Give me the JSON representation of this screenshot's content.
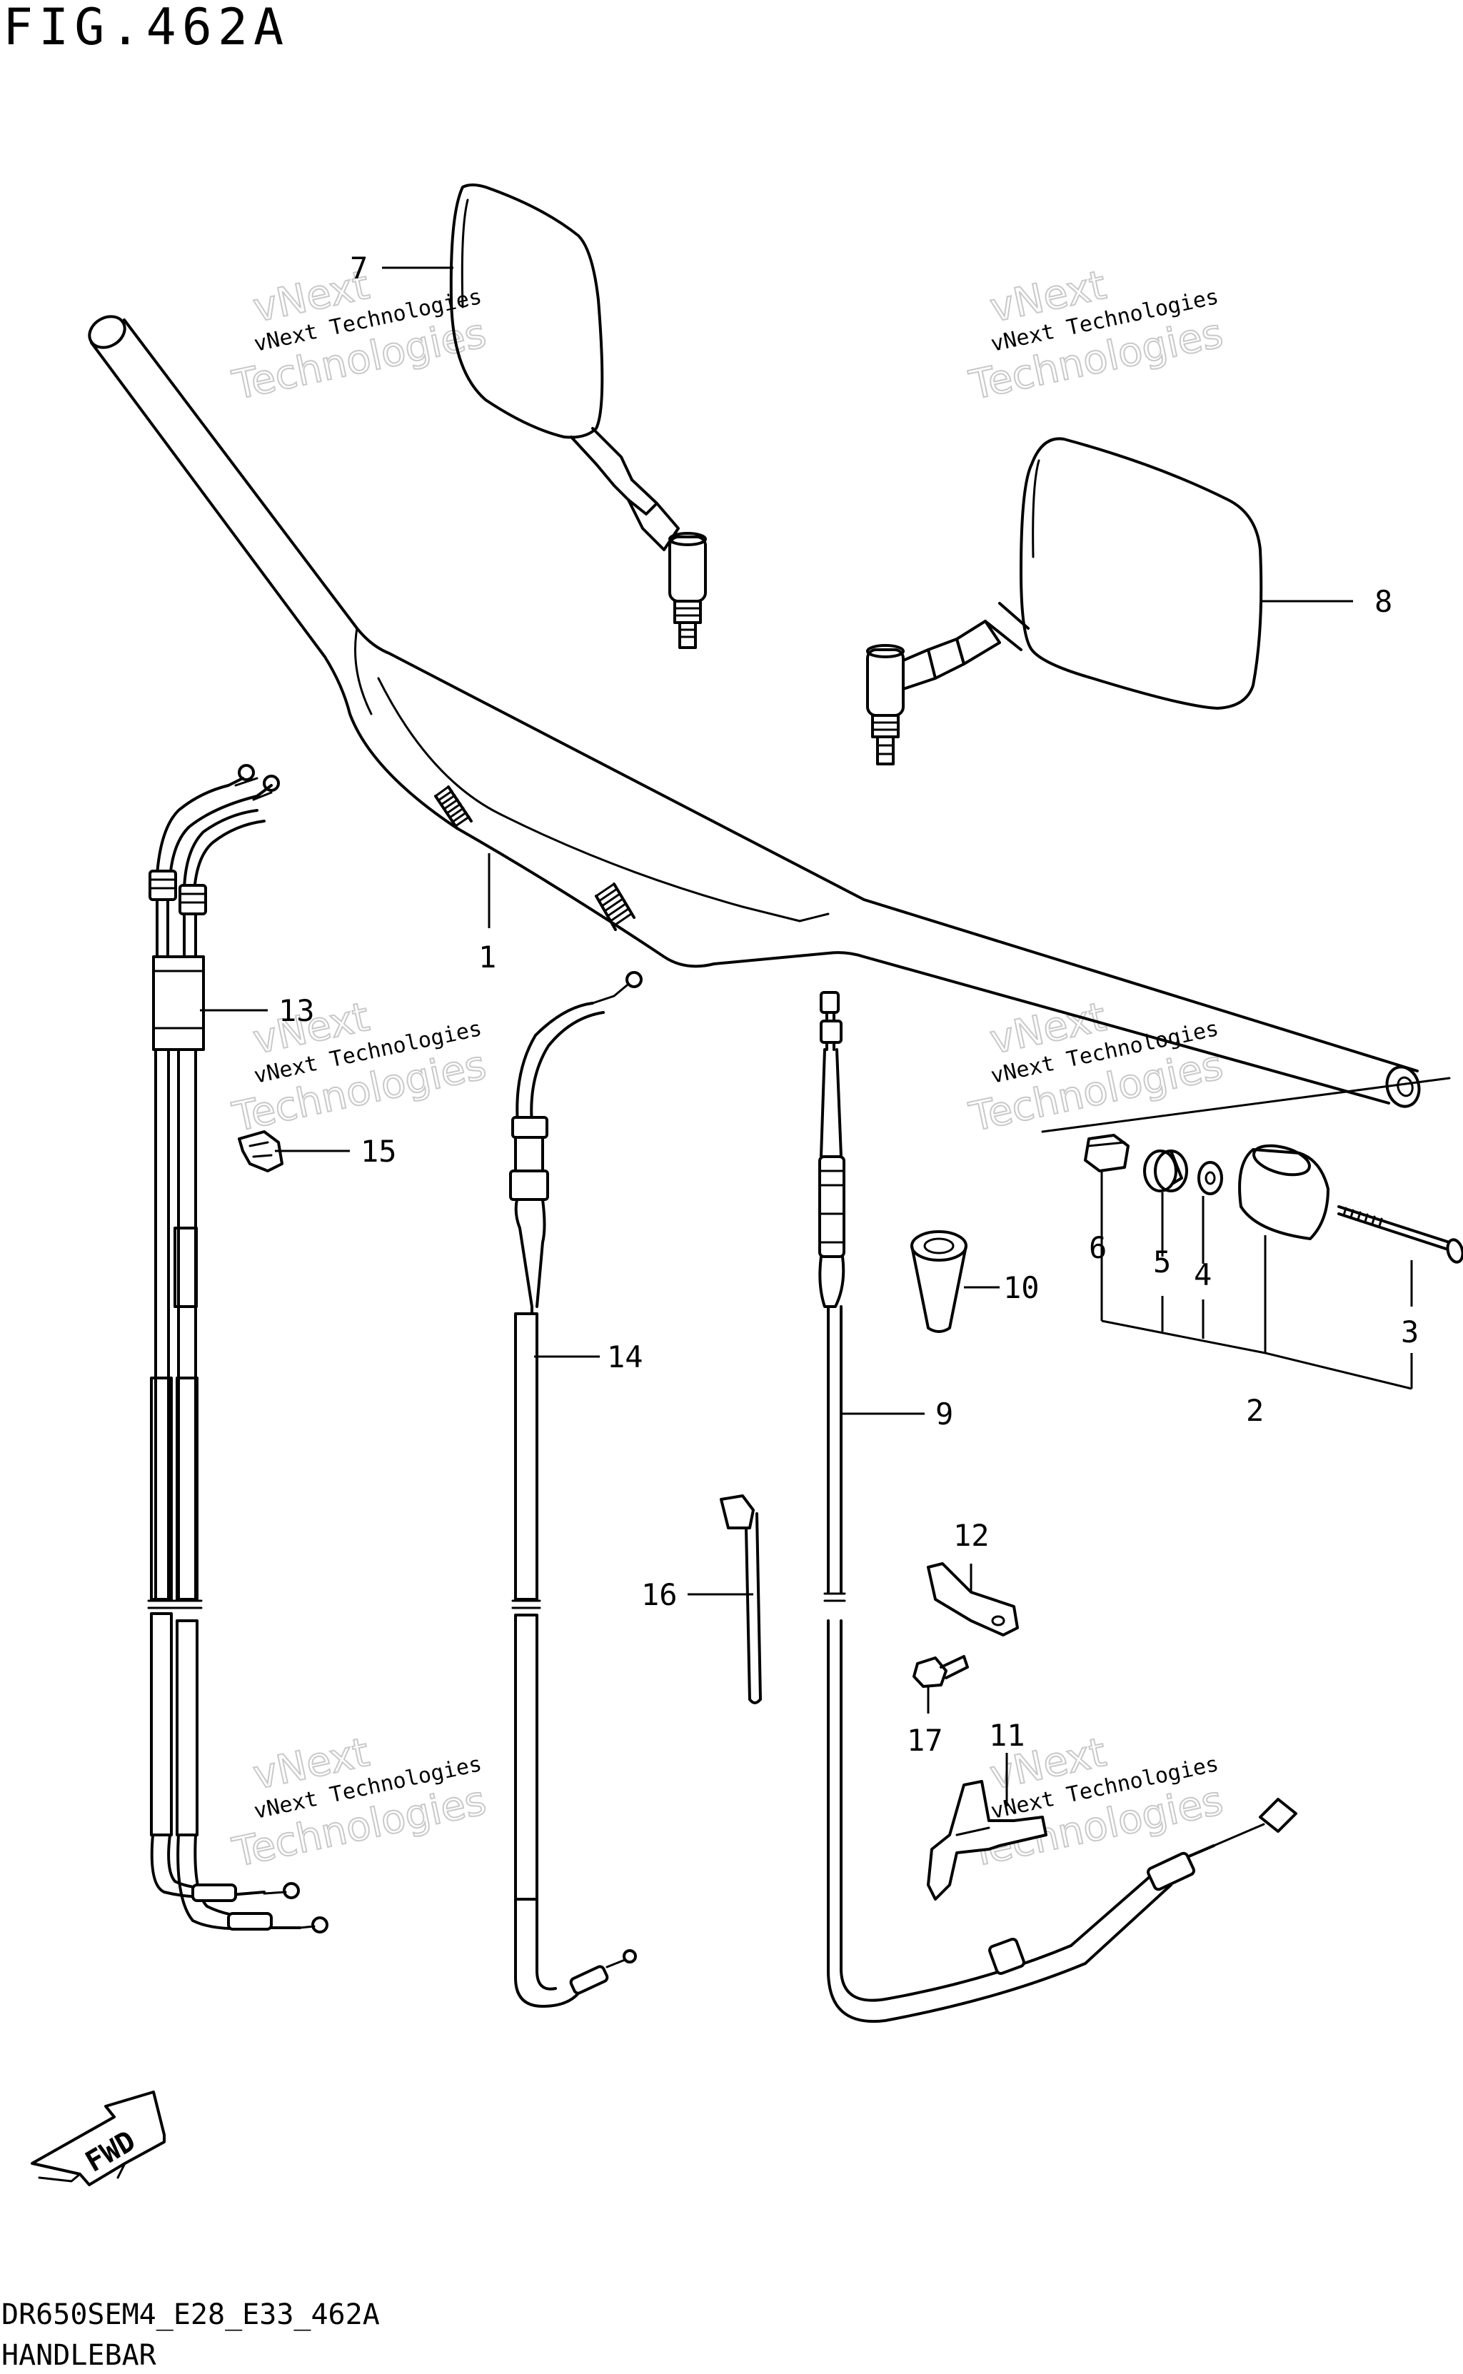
{
  "figure": {
    "title": "FIG.462A",
    "code": "DR650SEM4_E28_E33_462A",
    "name": "HANDLEBAR"
  },
  "watermark": {
    "line1": "vNext Technologies",
    "line2": "vNext",
    "line3": "Technologies"
  },
  "fwd_label": "FWD",
  "callouts": [
    "1",
    "2",
    "3",
    "4",
    "5",
    "6",
    "7",
    "8",
    "9",
    "10",
    "11",
    "12",
    "13",
    "14",
    "15",
    "16",
    "17"
  ],
  "parts": [
    {
      "ref": "1",
      "name": "handlebar"
    },
    {
      "ref": "2",
      "name": "balancer set"
    },
    {
      "ref": "3",
      "name": "screw"
    },
    {
      "ref": "4",
      "name": "washer"
    },
    {
      "ref": "5",
      "name": "cushion"
    },
    {
      "ref": "6",
      "name": "nut"
    },
    {
      "ref": "7",
      "name": "mirror left"
    },
    {
      "ref": "8",
      "name": "mirror right"
    },
    {
      "ref": "9",
      "name": "clutch cable"
    },
    {
      "ref": "10",
      "name": "cap"
    },
    {
      "ref": "11",
      "name": "bracket"
    },
    {
      "ref": "12",
      "name": "clamp"
    },
    {
      "ref": "13",
      "name": "throttle cable"
    },
    {
      "ref": "14",
      "name": "cable"
    },
    {
      "ref": "15",
      "name": "clamp"
    },
    {
      "ref": "16",
      "name": "cable tie"
    },
    {
      "ref": "17",
      "name": "bolt"
    }
  ]
}
